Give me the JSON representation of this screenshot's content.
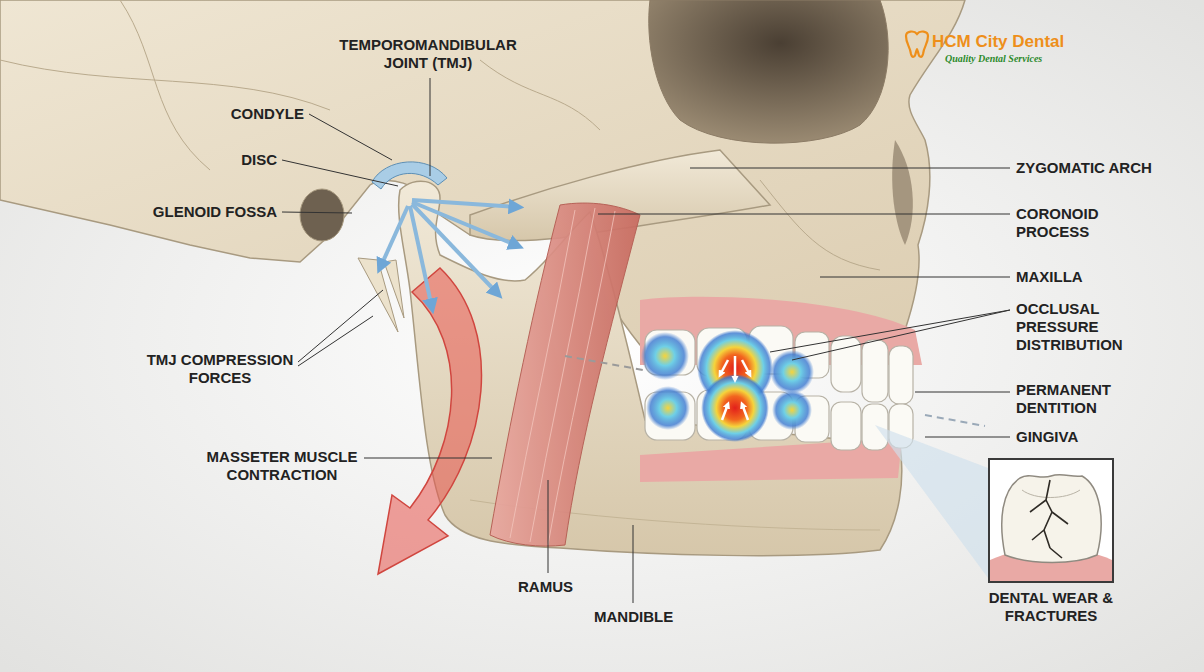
{
  "diagram": {
    "nodes": [
      {
        "text": [
          "DENTAL WEAR & FRACTURES"
        ]
      }
    ],
    "labels": [
      "TEMPOROMANDIBULAR JOINT (TMJ)",
      "CONDYLE",
      "DISC",
      "GLENOID FOSSA",
      "TMJ COMPRESSION FORCES",
      "MASSETER MUSCLE CONTRACTION",
      "RAMUS",
      "MANDIBLE",
      "ZYGOMATIC ARCH",
      "CORONOID PROCESS",
      "MAXILLA",
      "OCCLUSAL PRESSURE DISTRIBUTION",
      "PERMANENT DENTITION",
      "GINGIVA",
      "HCM City Dental",
      "Quality Dental Services"
    ]
  }
}
